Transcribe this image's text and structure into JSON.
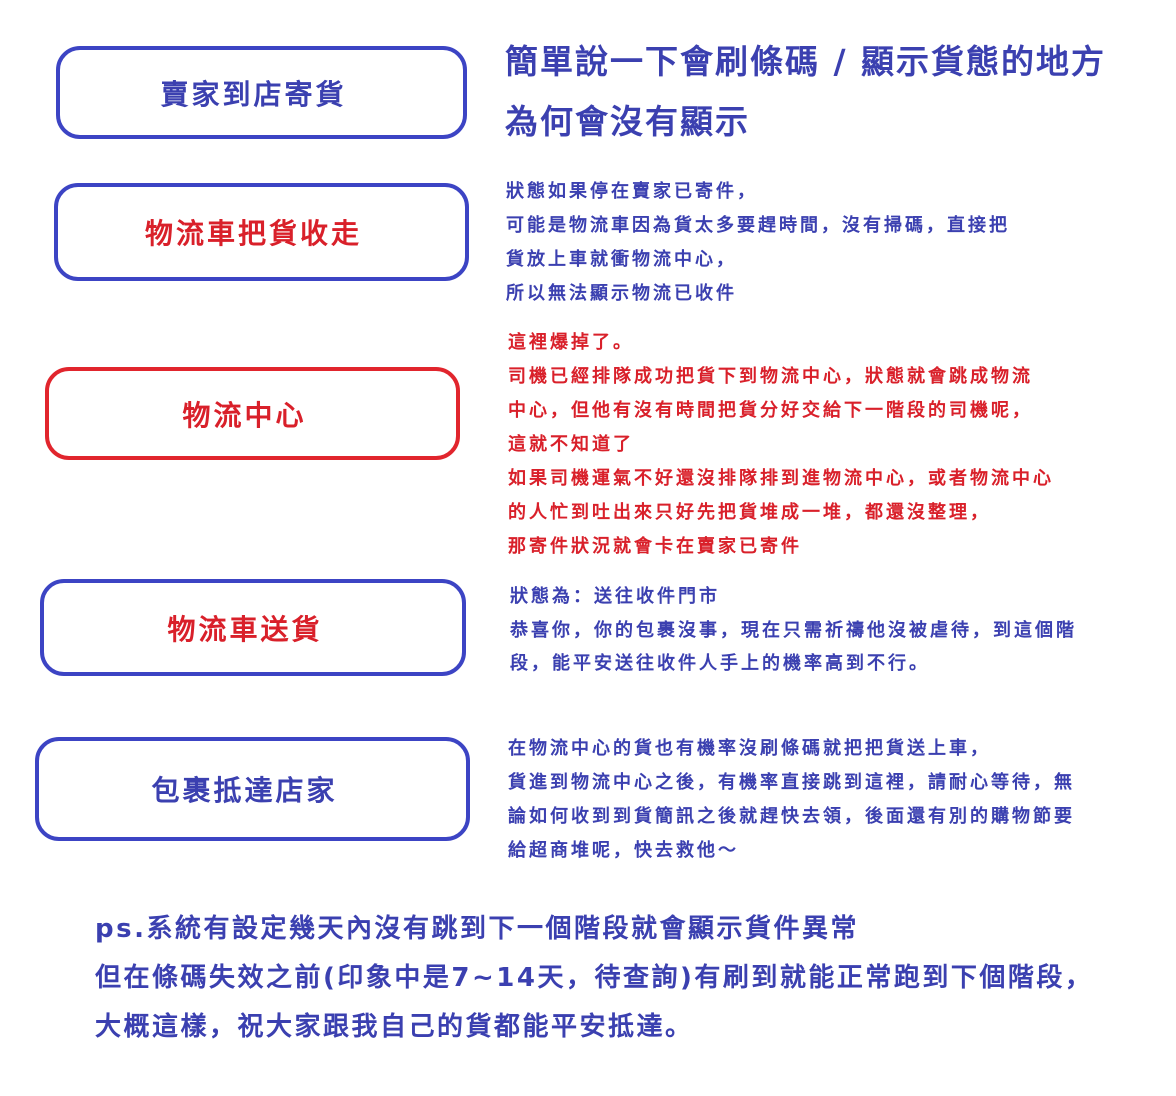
{
  "colors": {
    "blue_text": "#3b40b0",
    "blue_border": "#3c44c4",
    "red_text": "#d9202a",
    "red_border": "#e1252d"
  },
  "title": {
    "line1": "簡單說一下會刷條碼 / 顯示貨態的地方",
    "line2": "為何會沒有顯示",
    "color": "#3b40b0"
  },
  "stages": [
    {
      "label": "賣家到店寄貨",
      "text_color": "#3b40b0",
      "border_color": "#3c44c4"
    },
    {
      "label": "物流車把貨收走",
      "text_color": "#d9202a",
      "border_color": "#3c44c4"
    },
    {
      "label": "物流中心",
      "text_color": "#d9202a",
      "border_color": "#e1252d"
    },
    {
      "label": "物流車送貨",
      "text_color": "#d9202a",
      "border_color": "#3c44c4"
    },
    {
      "label": "包裹抵達店家",
      "text_color": "#3b40b0",
      "border_color": "#3c44c4"
    }
  ],
  "notes": [
    {
      "color": "#3b40b0",
      "lines": [
        "狀態如果停在賣家已寄件，",
        "可能是物流車因為貨太多要趕時間，沒有掃碼，直接把",
        "貨放上車就衝物流中心，",
        "所以無法顯示物流已收件"
      ]
    },
    {
      "color": "#d9202a",
      "lines": [
        "這裡爆掉了。",
        "司機已經排隊成功把貨下到物流中心，狀態就會跳成物流",
        "中心，但他有沒有時間把貨分好交給下一階段的司機呢，",
        "這就不知道了",
        "如果司機運氣不好還沒排隊排到進物流中心，或者物流中心",
        "的人忙到吐出來只好先把貨堆成一堆，都還沒整理，",
        "那寄件狀況就會卡在賣家已寄件"
      ]
    },
    {
      "color": "#3b40b0",
      "lines": [
        "狀態為：送往收件門市",
        "恭喜你，你的包裹沒事，現在只需祈禱他沒被虐待，到這個階",
        "段，能平安送往收件人手上的機率高到不行。"
      ]
    },
    {
      "color": "#3b40b0",
      "lines": [
        "在物流中心的貨也有機率沒刷條碼就把把貨送上車，",
        "貨進到物流中心之後，有機率直接跳到這裡，請耐心等待，無",
        "論如何收到到貨簡訊之後就趕快去領，後面還有別的購物節要",
        "給超商堆呢，快去救他～"
      ]
    }
  ],
  "footer": {
    "color": "#3b40b0",
    "lines": [
      "ps.系統有設定幾天內沒有跳到下一個階段就會顯示貨件異常",
      "但在條碼失效之前(印象中是7~14天，待查詢)有刷到就能正常跑到下個階段，",
      "大概這樣，祝大家跟我自己的貨都能平安抵達。"
    ]
  }
}
